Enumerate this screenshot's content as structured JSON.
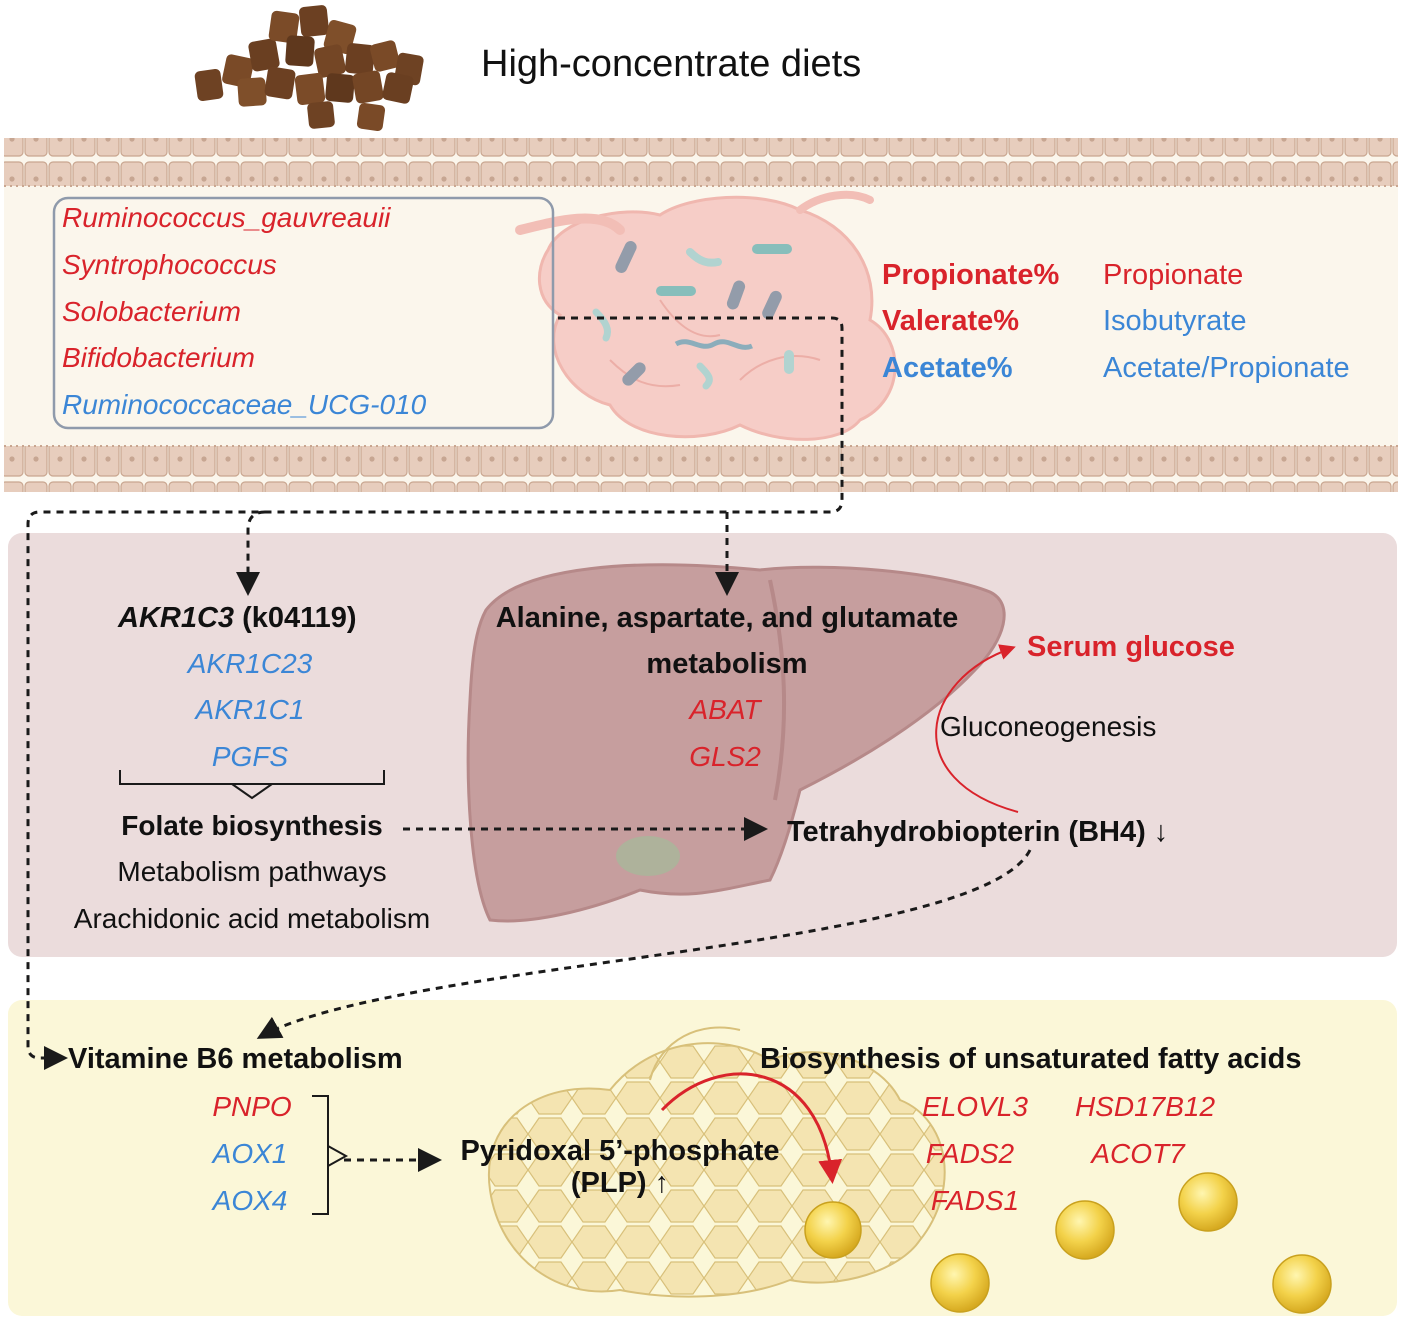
{
  "title": "High-concentrate diets",
  "rumen": {
    "bacteria": [
      {
        "name": "Ruminococcus_gauvreauii",
        "color": "#d9232b"
      },
      {
        "name": "Syntrophococcus",
        "color": "#d9232b"
      },
      {
        "name": "Solobacterium",
        "color": "#d9232b"
      },
      {
        "name": "Bifidobacterium",
        "color": "#d9232b"
      },
      {
        "name": "Ruminococcaceae_UCG-010",
        "color": "#3b86d6"
      }
    ],
    "vfa_percent": [
      {
        "name": "Propionate%",
        "color": "#d9232b"
      },
      {
        "name": "Valerate%",
        "color": "#d9232b"
      },
      {
        "name": "Acetate%",
        "color": "#3b86d6"
      }
    ],
    "vfa": [
      {
        "name": "Propionate",
        "color": "#d9232b"
      },
      {
        "name": "Isobutyrate",
        "color": "#3b86d6"
      },
      {
        "name": "Acetate/Propionate",
        "color": "#3b86d6"
      }
    ]
  },
  "liver": {
    "akr_gene": "AKR1C3",
    "akr_ko": " (k04119)",
    "akr_related": [
      "AKR1C23",
      "AKR1C1",
      "PGFS"
    ],
    "folate": "Folate biosynthesis",
    "pathways": [
      "Metabolism pathways",
      "Arachidonic acid metabolism"
    ],
    "aa_line1": "Alanine, aspartate, and glutamate",
    "aa_line2": "metabolism",
    "aa_genes": [
      "ABAT",
      "GLS2"
    ],
    "serum_glucose": "Serum glucose",
    "gluconeogenesis": "Gluconeogenesis",
    "bh4": "Tetrahydrobiopterin (BH4) ↓"
  },
  "adipose": {
    "b6_title": "Vitamine B6 metabolism",
    "b6_genes": [
      {
        "name": "PNPO",
        "color": "#d9232b"
      },
      {
        "name": "AOX1",
        "color": "#3b86d6"
      },
      {
        "name": "AOX4",
        "color": "#3b86d6"
      }
    ],
    "plp_line1": "Pyridoxal 5’-phosphate",
    "plp_line2": "(PLP) ↑",
    "ufa_title": "Biosynthesis of unsaturated fatty acids",
    "ufa_genes": [
      "ELOVL3",
      "HSD17B12",
      "FADS2",
      "ACOT7",
      "FADS1"
    ]
  },
  "colors": {
    "up": "#d9232b",
    "down": "#3b86d6",
    "rumen_bg": "#fbf6ec",
    "liver_bg": "#ebdcdc",
    "adipose_bg": "#fbf7d8"
  }
}
